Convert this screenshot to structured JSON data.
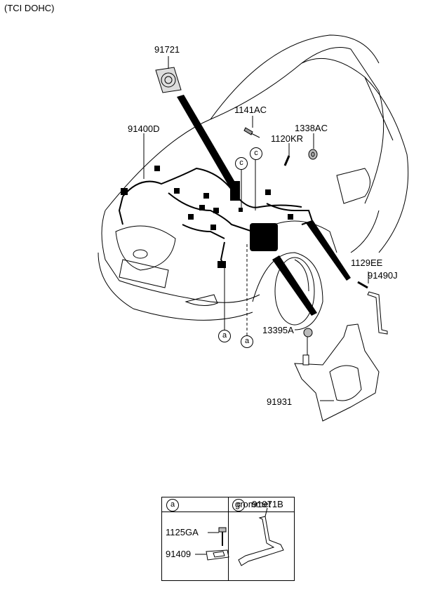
{
  "header": {
    "variant": "(TCI DOHC)"
  },
  "parts": {
    "p91721": "91721",
    "p91400D": "91400D",
    "p1141AC": "1141AC",
    "p1338AC": "1338AC",
    "p1120KR": "1120KR",
    "p1129EE": "1129EE",
    "p91490J": "91490J",
    "p13395A": "13395A",
    "p91931": "91931"
  },
  "callouts": {
    "c": "c",
    "a": "a"
  },
  "legend": {
    "cell_a_key": "a",
    "cell_c_key": "c",
    "cell_c_title": "91971B",
    "cell_c_overlap": "grommet",
    "p1125GA": "1125GA",
    "p91409": "91409"
  }
}
